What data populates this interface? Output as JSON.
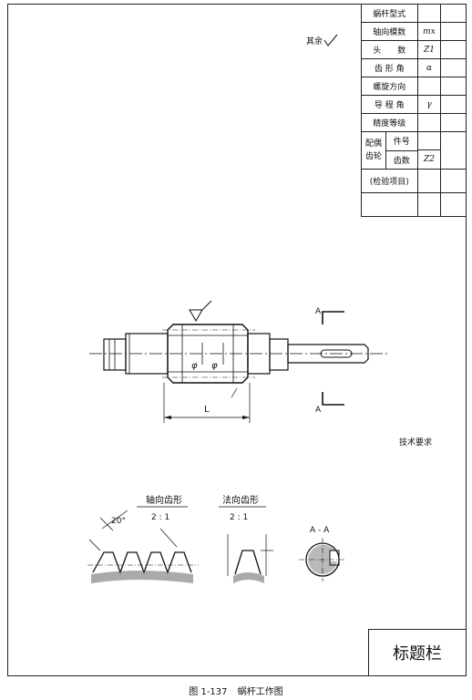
{
  "surface_note": "其余",
  "spec_table": {
    "rows": [
      {
        "label": "蜗杆型式",
        "symbol": ""
      },
      {
        "label": "轴向模数",
        "symbol": "mx"
      },
      {
        "label": "头　　数",
        "symbol": "Z1"
      },
      {
        "label": "齿 形 角",
        "symbol": "α"
      },
      {
        "label": "螺旋方向",
        "symbol": ""
      },
      {
        "label": "导 程 角",
        "symbol": "γ"
      },
      {
        "label": "精度等级",
        "symbol": ""
      }
    ],
    "mating_gear_label": "配偶齿轮",
    "mating_rows": [
      {
        "label": "件号",
        "symbol": ""
      },
      {
        "label": "齿数",
        "symbol": "Z2"
      }
    ],
    "inspection_label": "(检验项目)"
  },
  "main_view": {
    "section_mark": "A",
    "dimension_L": "L",
    "diameter_symbol": "φ"
  },
  "technical_requirements": "技术要求",
  "details": {
    "axial_profile_title": "轴向齿形",
    "axial_scale": "2 : 1",
    "profile_angle": "20°",
    "normal_profile_title": "法向齿形",
    "normal_scale": "2 : 1",
    "section_title": "A - A"
  },
  "title_block_label": "标题栏",
  "caption": {
    "figure_no": "图 1-137",
    "text": "蜗杆工作图"
  }
}
